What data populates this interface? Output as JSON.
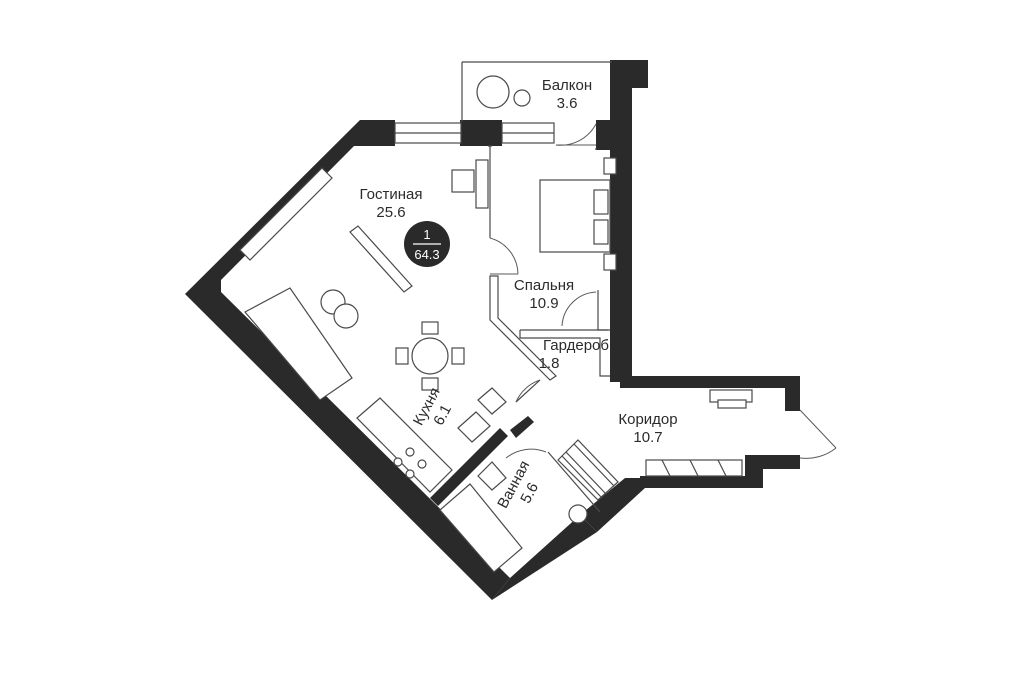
{
  "plan": {
    "rooms_count": "1",
    "total_area": "64.3",
    "rooms": [
      {
        "id": "balcony",
        "name": "Балкон",
        "area": "3.6"
      },
      {
        "id": "living",
        "name": "Гостиная",
        "area": "25.6"
      },
      {
        "id": "bedroom",
        "name": "Спальня",
        "area": "10.9"
      },
      {
        "id": "wardrobe",
        "name": "Гардероб",
        "area": "1.8"
      },
      {
        "id": "kitchen",
        "name": "Кухня",
        "area": "6.1"
      },
      {
        "id": "corridor",
        "name": "Коридор",
        "area": "10.7"
      },
      {
        "id": "bathroom",
        "name": "Ванная",
        "area": "5.6"
      }
    ],
    "badge_color": "#2a2a2a",
    "wall_color": "#2a2a2a"
  }
}
